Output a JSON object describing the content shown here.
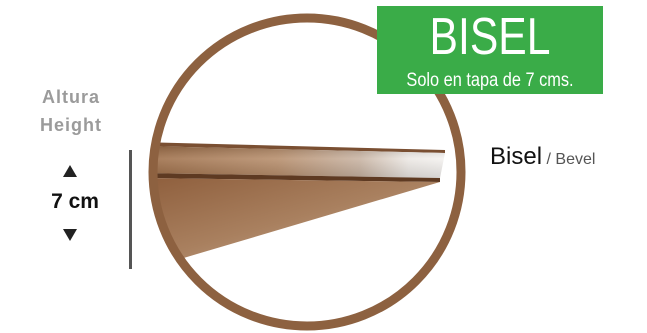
{
  "badge": {
    "title": "BISEL",
    "subtitle": "Solo en tapa de 7 cms."
  },
  "height_label": {
    "es": "Altura",
    "en": "Height",
    "value": "7 cm"
  },
  "bevel_label": {
    "es": "Bisel",
    "separator": "/",
    "en": "Bevel"
  },
  "colors": {
    "badge_green": "#3aac48",
    "circle_brown": "#8d6140",
    "wood_dark": "#7a4f32",
    "wood_light": "#d9cfc6"
  },
  "icons": [
    "arrow-up-icon",
    "arrow-down-icon"
  ]
}
